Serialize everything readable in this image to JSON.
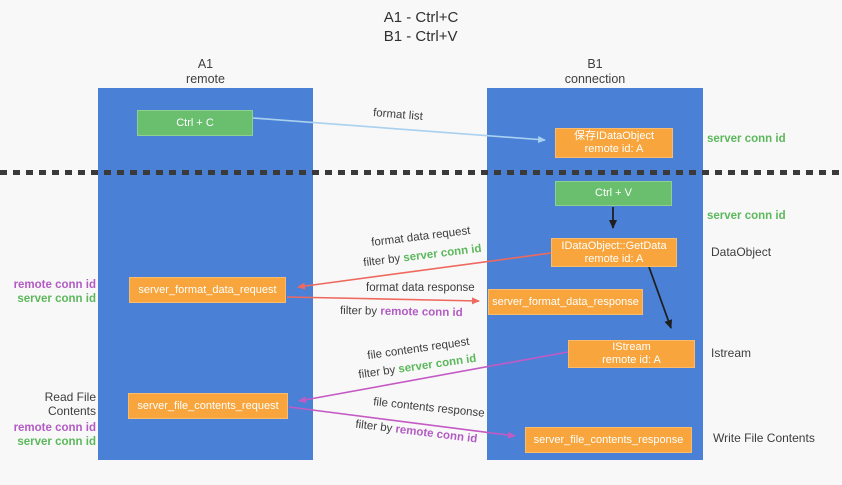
{
  "title": {
    "line1": "A1 - Ctrl+C",
    "line2": "B1 - Ctrl+V"
  },
  "columns": {
    "a1": {
      "name": "A1",
      "subtitle": "remote"
    },
    "b1": {
      "name": "B1",
      "subtitle": "connection"
    }
  },
  "nodes": {
    "ctrl_c": {
      "label": "Ctrl + C"
    },
    "save_idataobject": {
      "line1": "保存IDataObject",
      "line2": "remote id: A"
    },
    "ctrl_v": {
      "label": "Ctrl + V"
    },
    "idataobject_getdata": {
      "line1": "IDataObject::GetData",
      "line2": "remote id: A"
    },
    "server_format_data_request": {
      "label": "server_format_data_request"
    },
    "server_format_data_response": {
      "label": "server_format_data_response"
    },
    "istream": {
      "line1": "IStream",
      "line2": "remote id: A"
    },
    "server_file_contents_request": {
      "label": "server_file_contents_request"
    },
    "server_file_contents_response": {
      "label": "server_file_contents_response"
    }
  },
  "flows": {
    "format_list": {
      "label": "format list"
    },
    "format_data_request": {
      "label": "format data request",
      "filter_prefix": "filter by",
      "filter_value": "server conn id"
    },
    "format_data_response": {
      "label": "format data response",
      "filter_prefix": "filter by",
      "filter_value": "remote conn id"
    },
    "file_contents_request": {
      "label": "file contents request",
      "filter_prefix": "filter by",
      "filter_value": "server conn id"
    },
    "file_contents_response": {
      "label": "file contents response",
      "filter_prefix": "filter by",
      "filter_value": "remote conn id"
    }
  },
  "annotations": {
    "right": {
      "server_conn_id_1": "server conn id",
      "server_conn_id_2": "server conn id",
      "dataobject": "DataObject",
      "istream": "Istream",
      "write_file_contents": "Write File Contents"
    },
    "left": {
      "format": {
        "remote_conn_id": "remote conn id",
        "server_conn_id": "server conn id"
      },
      "file": {
        "title": "Read File Contents",
        "remote_conn_id": "remote conn id",
        "server_conn_id": "server conn id"
      }
    }
  },
  "colors": {
    "lifeline_blue": "#4a80d6",
    "node_orange": "#f7a53c",
    "node_green": "#6abf6e",
    "green_text": "#5cb85c",
    "purple_text": "#b35bc4",
    "arrow_red": "#ee6a5f",
    "arrow_magenta": "#c45ac4",
    "arrow_blue": "#a9d1f0",
    "arrow_black": "#1f1f1f"
  }
}
